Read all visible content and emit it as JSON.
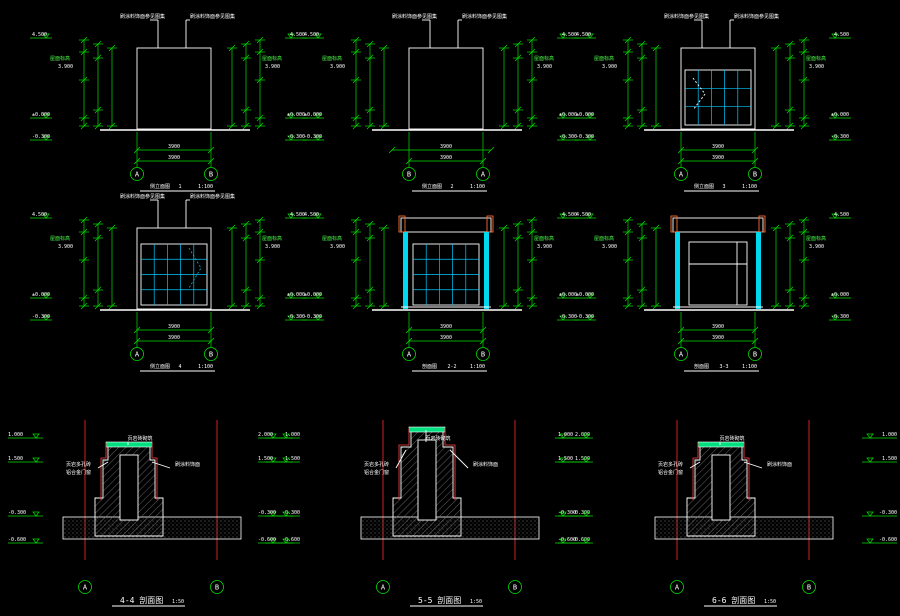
{
  "drawing": {
    "elevations": [
      {
        "id": "e1",
        "axes": [
          "A",
          "B"
        ],
        "dims": [
          "3900",
          "3900"
        ],
        "title_number": "1",
        "scale": "1:100",
        "title": "侧立面图",
        "notes": [
          "刷涂料饰面参见图集",
          "刷涂料饰面参见图集"
        ],
        "left_levels": [
          "4.500",
          "3.900",
          "±0.000",
          "-0.300"
        ],
        "left_tags": [
          "屋面标高"
        ],
        "right_levels": [
          "4.500",
          "3.900",
          "±0.000",
          "-0.300"
        ],
        "right_tags": [
          "屋面标高"
        ]
      },
      {
        "id": "e2",
        "axes": [
          "B",
          "A"
        ],
        "dims": [
          "3900",
          "3900"
        ],
        "title_number": "2",
        "scale": "1:100",
        "title": "侧立面图",
        "notes": [
          "刷涂料饰面参见图集",
          "刷涂料饰面参见图集"
        ],
        "left_levels": [
          "4.500",
          "3.900",
          "±0.000",
          "-0.300"
        ],
        "left_tags": [
          "屋面标高"
        ],
        "right_levels": [
          "4.500",
          "3.900",
          "±0.000",
          "-0.300"
        ],
        "right_tags": [
          "屋面标高"
        ]
      },
      {
        "id": "e3",
        "axes": [
          "A",
          "B"
        ],
        "dims": [
          "3900",
          "3900"
        ],
        "title_number": "3",
        "scale": "1:100",
        "title": "侧立面图",
        "notes": [
          "刷涂料饰面参见图集",
          "刷涂料饰面参见图集"
        ],
        "left_levels": [
          "4.500",
          "3.900",
          "±0.000",
          "-0.300"
        ],
        "left_tags": [
          "屋面标高"
        ],
        "right_levels": [
          "4.500",
          "3.900",
          "±0.000",
          "-0.300"
        ],
        "right_tags": [
          "屋面标高"
        ]
      },
      {
        "id": "e4",
        "axes": [
          "A",
          "B"
        ],
        "dims": [
          "3900",
          "3900"
        ],
        "title_number": "4",
        "scale": "1:100",
        "title": "侧立面图",
        "notes": [
          "刷涂料饰面参见图集",
          "刷涂料饰面参见图集"
        ],
        "left_levels": [
          "4.500",
          "3.900",
          "±0.000",
          "-0.300"
        ],
        "left_tags": [
          "屋面标高"
        ],
        "right_levels": [
          "4.500",
          "3.900",
          "±0.000",
          "-0.300"
        ],
        "right_tags": [
          "屋面标高"
        ]
      },
      {
        "id": "e5",
        "axes": [
          "A",
          "B"
        ],
        "dims": [
          "3900",
          "3900"
        ],
        "title_number": "2-2",
        "scale": "1:100",
        "title": "剖面图",
        "notes": [],
        "left_levels": [
          "4.500",
          "3.900",
          "±0.000",
          "-0.300"
        ],
        "left_tags": [
          "屋面标高"
        ],
        "right_levels": [
          "4.500",
          "3.900",
          "±0.000",
          "-0.300"
        ],
        "right_tags": [
          "屋面标高"
        ]
      },
      {
        "id": "e6",
        "axes": [
          "A",
          "B"
        ],
        "dims": [
          "3900",
          "3900"
        ],
        "title_number": "3-3",
        "scale": "1:100",
        "title": "剖面图",
        "notes": [],
        "left_levels": [
          "4.500",
          "3.900",
          "±0.000",
          "-0.300"
        ],
        "left_tags": [
          "屋面标高"
        ],
        "right_levels": [
          "4.500",
          "3.900",
          "±0.000",
          "-0.300"
        ],
        "right_tags": [
          "屋面标高"
        ]
      }
    ],
    "sections": [
      {
        "id": "s4",
        "axes": [
          "A",
          "B"
        ],
        "title": "4-4 剖面图",
        "scale": "1:50",
        "notes": [
          "页岩砖砌筑",
          "页岩多孔砖",
          "铝合金门窗",
          "刷涂料饰面"
        ],
        "left_levels": [
          "1.000",
          "1.500",
          "-0.300",
          "-0.600"
        ],
        "right_levels": [
          "1.000",
          "1.500",
          "-0.300",
          "-0.600"
        ]
      },
      {
        "id": "s5",
        "axes": [
          "A",
          "B"
        ],
        "title": "5-5 剖面图",
        "scale": "1:50",
        "notes": [
          "页岩砖砌筑",
          "页岩多孔砖",
          "铝合金门窗",
          "刷涂料饰面"
        ],
        "left_levels": [
          "2.000",
          "1.500",
          "-0.300",
          "-0.600"
        ],
        "right_levels": [
          "2.000",
          "1.500",
          "-0.300",
          "-0.600"
        ]
      },
      {
        "id": "s6",
        "axes": [
          "A",
          "B"
        ],
        "title": "6-6 剖面图",
        "scale": "1:50",
        "notes": [
          "页岩砖砌筑",
          "页岩多孔砖",
          "铝合金门窗",
          "刷涂料饰面"
        ],
        "left_levels": [
          "1.000",
          "1.500",
          "-0.300",
          "-0.600"
        ],
        "right_levels": [
          "1.000",
          "1.500",
          "-0.300",
          "-0.600"
        ]
      }
    ]
  },
  "colors": {
    "background": "#000000",
    "dimension": "#00e000",
    "outline": "#ffffff",
    "glazing": "#00c8ff",
    "axis": "#ff2a2a"
  }
}
